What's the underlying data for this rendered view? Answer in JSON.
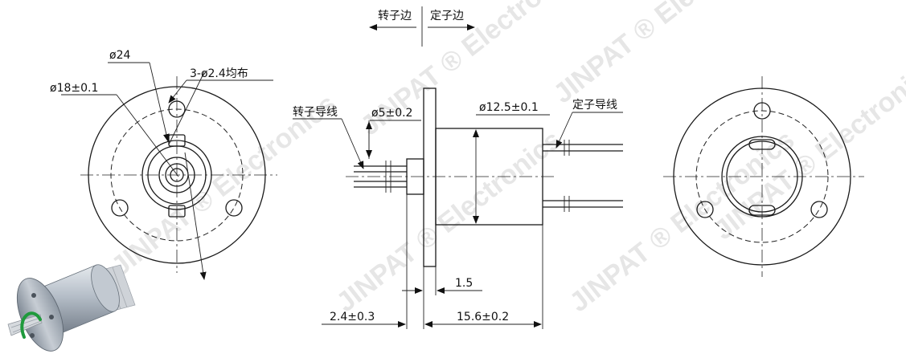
{
  "labels": {
    "rotor_side": "转子边",
    "stator_side": "定子边",
    "flange_dia": "ø24",
    "holes": "3-ø2.4均布",
    "pcd": "ø18±0.1",
    "rotor_wire": "转子导线",
    "shaft_dia": "ø5±0.2",
    "body_dia": "ø12.5±0.1",
    "stator_wire": "定子导线",
    "flange_thk": "1.5",
    "rotor_len": "2.4±0.3",
    "body_len": "15.6±0.2"
  },
  "watermark": "JINPAT ® Electronics",
  "colors": {
    "line": "#1a1a1a",
    "watermark": "#b8b8b8",
    "product_green": "#1f9a3c",
    "product_metal": "#a9b2bd"
  }
}
